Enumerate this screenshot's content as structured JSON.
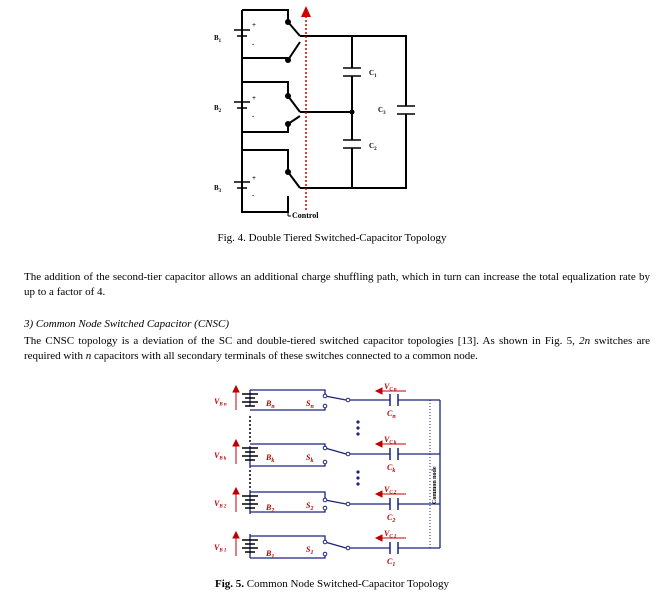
{
  "fig4": {
    "caption": "Fig. 4. Double Tiered Switched-Capacitor Topology",
    "labels": {
      "b1": "B",
      "b1_sub": "1",
      "b2": "B",
      "b2_sub": "2",
      "b3": "B",
      "b3_sub": "3",
      "c1": "C",
      "c1_sub": "1",
      "c2": "C",
      "c2_sub": "2",
      "c3": "C",
      "c3_sub": "3",
      "control": "Control",
      "plus": "+",
      "minus": "-"
    }
  },
  "paragraph1": "The addition of the second-tier capacitor allows an additional charge shuffling path, which in turn can increase the total equalization rate by up to a factor of 4.",
  "section_heading": "3)   Common Node Switched Capacitor (CNSC)",
  "paragraph2": {
    "part1": "The CNSC topology is a deviation of the SC and double-tiered switched capacitor topologies [13]. As shown in Fig. 5, ",
    "em1": "2n",
    "part2": " switches are required with ",
    "em2": "n",
    "part3": " capacitors with all secondary terminals of these switches connected to a common node."
  },
  "fig5": {
    "caption_bold": "Fig. 5.",
    "caption_rest": " Common Node Switched-Capacitor Topology",
    "labels": {
      "vbn": "V",
      "vbn_sub": "B n",
      "vbk": "V",
      "vbk_sub": "B k",
      "vb2": "V",
      "vb2_sub": "B 2",
      "vb1": "V",
      "vb1_sub": "B 1",
      "bn": "B",
      "bn_sub": "n",
      "bk": "B",
      "bk_sub": "k",
      "b2": "B",
      "b2_sub": "2",
      "b1": "B",
      "b1_sub": "1",
      "sn": "S",
      "sn_sub": "n",
      "sk": "S",
      "sk_sub": "k",
      "s2": "S",
      "s2_sub": "2",
      "s1": "S",
      "s1_sub": "1",
      "vcn": "V",
      "vcn_sub": "C n",
      "vck": "V",
      "vck_sub": "C k",
      "vc2": "V",
      "vc2_sub": "C 2",
      "vc1": "V",
      "vc1_sub": "C 1",
      "cn": "C",
      "cn_sub": "n",
      "ck": "C",
      "ck_sub": "k",
      "c2": "C",
      "c2_sub": "2",
      "c1": "C",
      "c1_sub": "1",
      "common_node": "Common node"
    },
    "colors": {
      "wire": "#1a237e",
      "label": "#c00000",
      "line": "#000000"
    }
  }
}
